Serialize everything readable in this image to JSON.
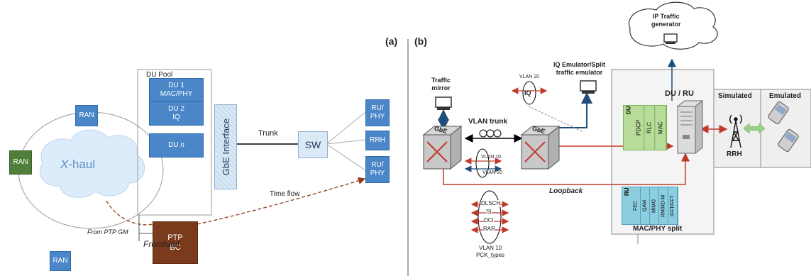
{
  "left": {
    "label_a": "(a)",
    "ran_top": "RAN",
    "ran_left": "RAN",
    "ran_bottom": "RAN",
    "xhaul_x": "X",
    "xhaul_rest": "-haul",
    "du_pool_title": "DU Pool",
    "du1": [
      "DU 1",
      "MAC/PHY"
    ],
    "du2": [
      "DU 2",
      "IQ"
    ],
    "du_n": "DU ",
    "du_n_italic": "n",
    "ptp_bc": [
      "PTP",
      "BC"
    ],
    "gbe_interface": "GbE Interface",
    "trunk": "Trunk",
    "sw": "SW",
    "ru_phy_top": [
      "RU/",
      "PHY"
    ],
    "rrh": "RRH",
    "ru_phy_bottom": [
      "RU/",
      "PHY"
    ],
    "time_flow": "Time flow",
    "from_ptp_gm": "From PTP GM",
    "fronthaul": "Fronthaul"
  },
  "right": {
    "label_b": "(b)",
    "ip_traffic": [
      "IP Traffic",
      "generator"
    ],
    "traffic_mirror": [
      "Traffic",
      "mirror"
    ],
    "iq_emulator": [
      "IQ Emulator/Split",
      "traffic emulator"
    ],
    "vlan20_top": "VLAN 20",
    "iq": "IQ",
    "vlan_trunk": "VLAN trunk",
    "gbe": "GbE",
    "vlan10": "VLAN 10",
    "vlan20": "VLAN 20",
    "loopback": "Loopback",
    "pck_list": [
      "DLSCH",
      "SI",
      "DCI",
      "RAR"
    ],
    "vlan10_bottom": "VLAN 10",
    "pck_types": "PCK_types",
    "du_ru": "DU / RU",
    "du_stack": [
      "DU",
      "PDCP",
      "RLC",
      "MAC"
    ],
    "ru_stack": [
      "RU",
      "FEC",
      "QAM",
      "MIMO",
      "RM/RD-M",
      "IFFT/FFT"
    ],
    "mac_phy_split": "MAC/PHY split",
    "simulated": "Simulated",
    "emulated": "Emulated",
    "rrh": "RRH"
  }
}
